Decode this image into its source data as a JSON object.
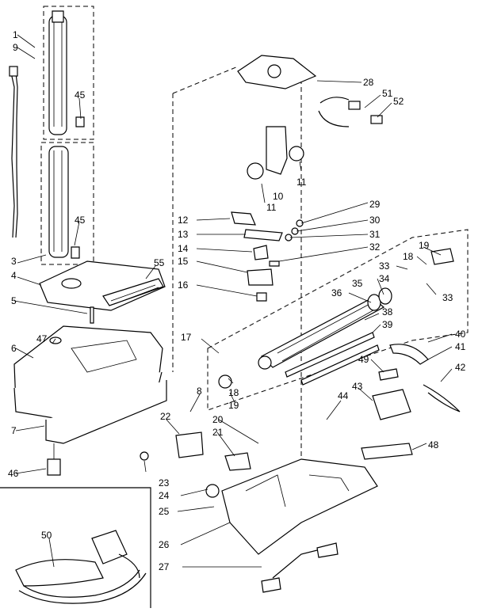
{
  "callouts": [
    {
      "id": "c1",
      "text": "1"
    },
    {
      "id": "c9",
      "text": "9"
    },
    {
      "id": "c45a",
      "text": "45"
    },
    {
      "id": "c45b",
      "text": "45"
    },
    {
      "id": "c3",
      "text": "3"
    },
    {
      "id": "c4",
      "text": "4"
    },
    {
      "id": "c55",
      "text": "55"
    },
    {
      "id": "c5",
      "text": "5"
    },
    {
      "id": "c47",
      "text": "47"
    },
    {
      "id": "c6",
      "text": "6"
    },
    {
      "id": "c7",
      "text": "7"
    },
    {
      "id": "c46",
      "text": "46"
    },
    {
      "id": "c50",
      "text": "50"
    },
    {
      "id": "c28",
      "text": "28"
    },
    {
      "id": "c51",
      "text": "51"
    },
    {
      "id": "c52",
      "text": "52"
    },
    {
      "id": "c10",
      "text": "10"
    },
    {
      "id": "c11a",
      "text": "11"
    },
    {
      "id": "c11b",
      "text": "11"
    },
    {
      "id": "c29",
      "text": "29"
    },
    {
      "id": "c30",
      "text": "30"
    },
    {
      "id": "c31",
      "text": "31"
    },
    {
      "id": "c32",
      "text": "32"
    },
    {
      "id": "c12",
      "text": "12"
    },
    {
      "id": "c13",
      "text": "13"
    },
    {
      "id": "c14",
      "text": "14"
    },
    {
      "id": "c15",
      "text": "15"
    },
    {
      "id": "c16",
      "text": "16"
    },
    {
      "id": "c17",
      "text": "17"
    },
    {
      "id": "c19a",
      "text": "19"
    },
    {
      "id": "c18a",
      "text": "18"
    },
    {
      "id": "c33a",
      "text": "33"
    },
    {
      "id": "c34",
      "text": "34"
    },
    {
      "id": "c35",
      "text": "35"
    },
    {
      "id": "c33b",
      "text": "33"
    },
    {
      "id": "c36",
      "text": "36"
    },
    {
      "id": "c38",
      "text": "38"
    },
    {
      "id": "c39",
      "text": "39"
    },
    {
      "id": "c40",
      "text": "40"
    },
    {
      "id": "c41",
      "text": "41"
    },
    {
      "id": "c42",
      "text": "42"
    },
    {
      "id": "c49",
      "text": "49"
    },
    {
      "id": "c43",
      "text": "43"
    },
    {
      "id": "c44",
      "text": "44"
    },
    {
      "id": "c48",
      "text": "48"
    },
    {
      "id": "c8",
      "text": "8"
    },
    {
      "id": "c18b",
      "text": "18"
    },
    {
      "id": "c19b",
      "text": "19"
    },
    {
      "id": "c20",
      "text": "20"
    },
    {
      "id": "c21",
      "text": "21"
    },
    {
      "id": "c22",
      "text": "22"
    },
    {
      "id": "c23",
      "text": "23"
    },
    {
      "id": "c24",
      "text": "24"
    },
    {
      "id": "c25",
      "text": "25"
    },
    {
      "id": "c26",
      "text": "26"
    },
    {
      "id": "c27",
      "text": "27"
    }
  ]
}
